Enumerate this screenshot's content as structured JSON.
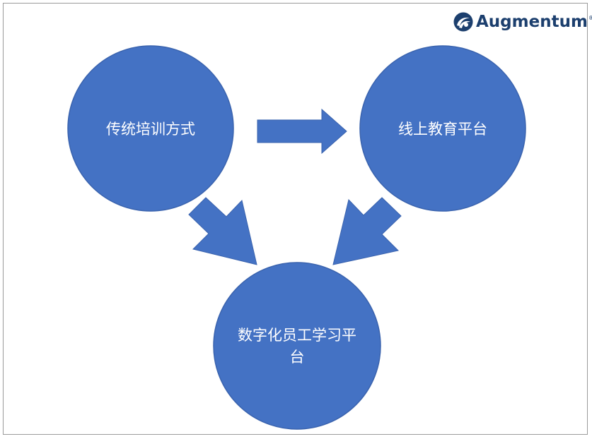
{
  "brand": {
    "logo_text": "Augmentum",
    "registered_mark": "®",
    "logo_icon": "augmentum-swirl-icon",
    "color": "#1c3f6e"
  },
  "colors": {
    "node_fill": "#4472c4",
    "node_stroke": "#3a63ae",
    "arrow_fill": "#4472c4",
    "label_text": "#ffffff",
    "frame_border": "#9a9a9a"
  },
  "nodes": {
    "traditional": {
      "label": "传统培训方式"
    },
    "online": {
      "label": "线上教育平台"
    },
    "digital": {
      "label": "数字化员工学习平台"
    }
  },
  "edges": [
    {
      "from": "traditional",
      "to": "online"
    },
    {
      "from": "traditional",
      "to": "digital"
    },
    {
      "from": "online",
      "to": "digital"
    }
  ]
}
